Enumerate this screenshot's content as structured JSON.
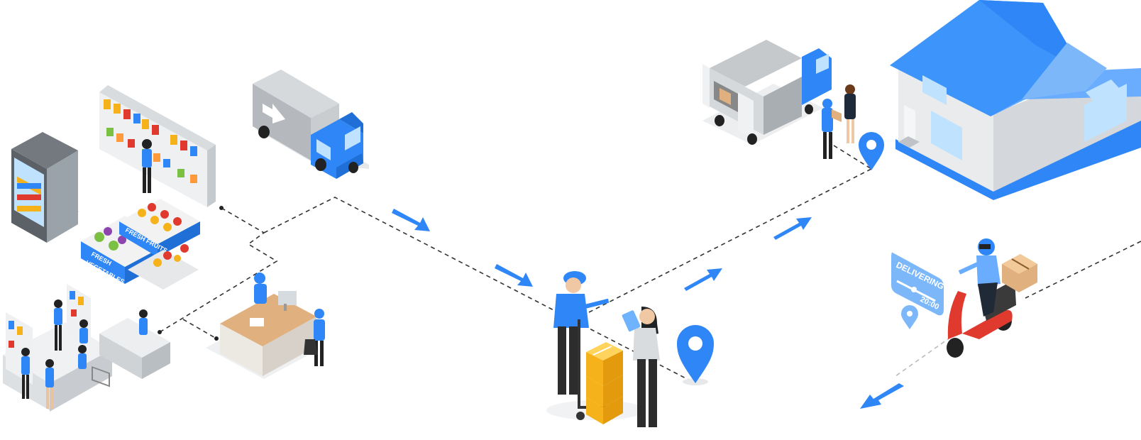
{
  "scene": {
    "title": "",
    "flow": [
      "store",
      "warehouse-truck",
      "handover",
      "delivery-truck",
      "house",
      "scooter-courier"
    ]
  },
  "labels": {
    "fresh_fruits": "FRESH FRUITS",
    "fresh_vegetables_line1": "FRESH",
    "fresh_vegetables_line2": "VEGETABLES",
    "delivering": "DELIVERING",
    "delivery_time": "20:00"
  },
  "colors": {
    "accent_blue": "#2f86f6",
    "light_blue": "#7cb8f9",
    "truck_gray": "#bfc3c7",
    "box_yellow": "#f6b21b",
    "scooter_red": "#e03a2f",
    "path_line": "#333333"
  },
  "icons": [
    "location-pin-icon",
    "arrow-icon"
  ]
}
